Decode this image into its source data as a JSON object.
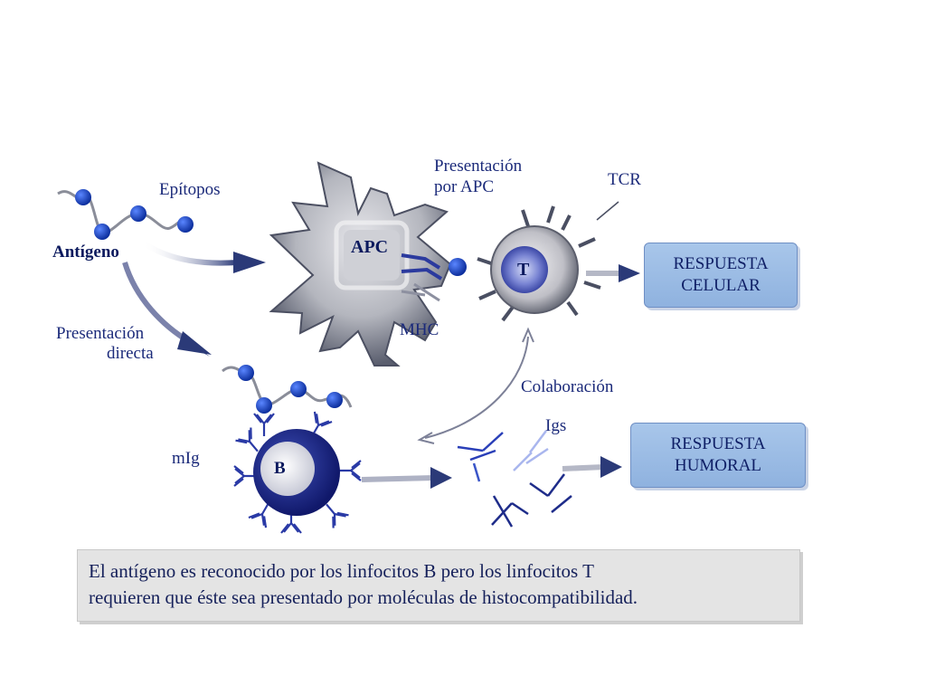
{
  "diagram": {
    "antigen_label": "Antígeno",
    "epitopes_label": "Epítopos",
    "apc_label": "APC",
    "mhc_label": "MHC",
    "apc_presentation_line1": "Presentación",
    "apc_presentation_line2": "por APC",
    "tcr_label": "TCR",
    "t_cell_label": "T",
    "b_cell_label": "B",
    "direct_presentation_line1": "Presentación",
    "direct_presentation_line2": "directa",
    "collaboration_label": "Colaboración",
    "mig_label": "mIg",
    "igs_label": "Igs",
    "cellular_response_line1": "RESPUESTA",
    "cellular_response_line2": "CELULAR",
    "humoral_response_line1": "RESPUESTA",
    "humoral_response_line2": "HUMORAL"
  },
  "caption": {
    "line1": "El antígeno es reconocido por los linfocitos B pero los linfocitos T",
    "line2": "requieren que éste sea presentado por moléculas de histocompatibilidad."
  },
  "colors": {
    "dark_blue": "#1b2a7a",
    "bead_blue": "#1a3fb3",
    "box_blue": "#9dbde6",
    "caption_bg": "#e4e4e4"
  }
}
